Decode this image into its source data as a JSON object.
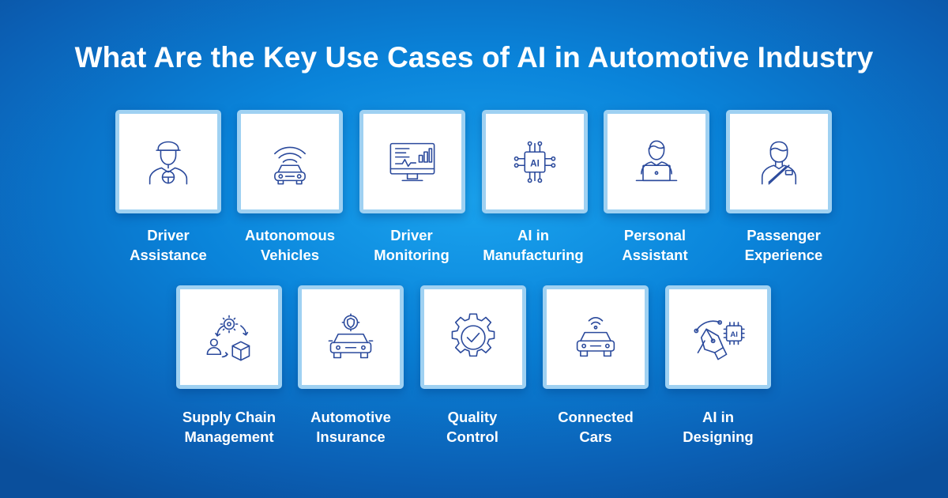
{
  "title": "What Are the Key Use Cases of AI in Automotive Industry",
  "icon_color": "#2b4a9c",
  "cards": [
    {
      "icon": "driver-icon",
      "line1": "Driver",
      "line2": "Assistance"
    },
    {
      "icon": "autonomous-car-icon",
      "line1": "Autonomous",
      "line2": "Vehicles"
    },
    {
      "icon": "monitor-dashboard-icon",
      "line1": "Driver",
      "line2": "Monitoring"
    },
    {
      "icon": "ai-chip-icon",
      "chip_text": "AI",
      "line1": "AI in",
      "line2": "Manufacturing"
    },
    {
      "icon": "person-laptop-icon",
      "line1": "Personal",
      "line2": "Assistant"
    },
    {
      "icon": "passenger-seatbelt-icon",
      "line1": "Passenger",
      "line2": "Experience"
    },
    {
      "icon": "supply-chain-icon",
      "line1": "Supply Chain",
      "line2": "Management"
    },
    {
      "icon": "car-shield-icon",
      "line1": "Automotive",
      "line2": "Insurance"
    },
    {
      "icon": "gear-check-icon",
      "line1": "Quality",
      "line2": "Control"
    },
    {
      "icon": "connected-car-icon",
      "line1": "Connected",
      "line2": "Cars"
    },
    {
      "icon": "pen-tool-ai-icon",
      "chip_text": "AI",
      "line1": "AI in",
      "line2": "Designing"
    }
  ]
}
